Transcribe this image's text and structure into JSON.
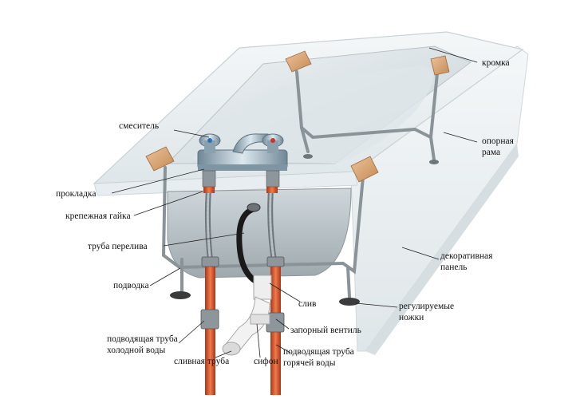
{
  "labels": {
    "kromka": "кромка",
    "opornaya_rama": [
      "опорная",
      "рама"
    ],
    "dekorativnaya_panel": [
      "декоративная",
      "панель"
    ],
    "reguliruemye_nozhki": [
      "регулируемые",
      "ножки"
    ],
    "smesitel": "смеситель",
    "prokladka": "прокладка",
    "krepezhnaya_gayka": "крепежная гайка",
    "truba_pereliva": "труба перелива",
    "podvodka": "подводка",
    "sliv": "слив",
    "zapornyy_ventil": "запорный вентиль",
    "podvodyashchaya_truba_kholodnoy": [
      "подводящая труба",
      "холодной воды"
    ],
    "slivnaya_truba": "сливная труба",
    "sifon": "сифон",
    "podvodyashchaya_truba_goryachey": [
      "подводящая труба",
      "горячей воды"
    ]
  },
  "colors": {
    "tub_body": "#e9eef0",
    "tub_inner": "#d4dde1",
    "enamel_shell": "#b9c3c8",
    "wood_block": "#d9a778",
    "pipe_metal": "#8e969b",
    "pipe_copper": "#d9542a",
    "overflow_hose": "#1a1a1a",
    "faucet_chrome": "#9fb4c2",
    "drain_pipe": "#e4e4e4",
    "leader_line": "#222222"
  },
  "icons": [
    "faucet-icon",
    "wood-support-block",
    "adjustable-foot"
  ]
}
